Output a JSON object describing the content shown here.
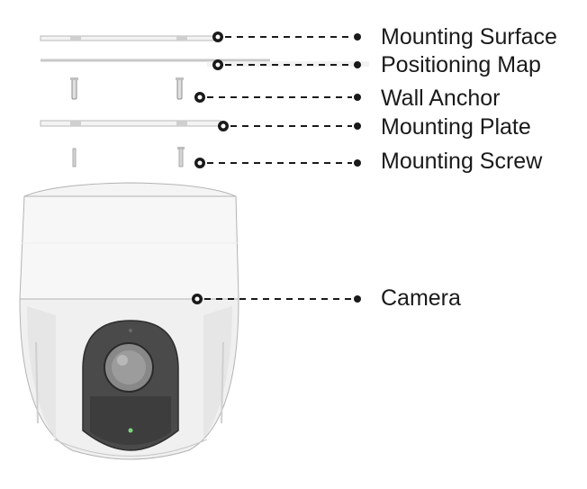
{
  "callouts": [
    {
      "label": "Mounting Surface"
    },
    {
      "label": "Positioning Map"
    },
    {
      "label": "Wall Anchor"
    },
    {
      "label": "Mounting Plate"
    },
    {
      "label": "Mounting Screw"
    },
    {
      "label": "Camera"
    }
  ],
  "colors": {
    "leader": "#1a1a1a",
    "text": "#1a1a1a",
    "part_stroke": "#b0b0b0",
    "part_fill": "#f2f2f2",
    "lens_dark": "#3a3a3a"
  }
}
